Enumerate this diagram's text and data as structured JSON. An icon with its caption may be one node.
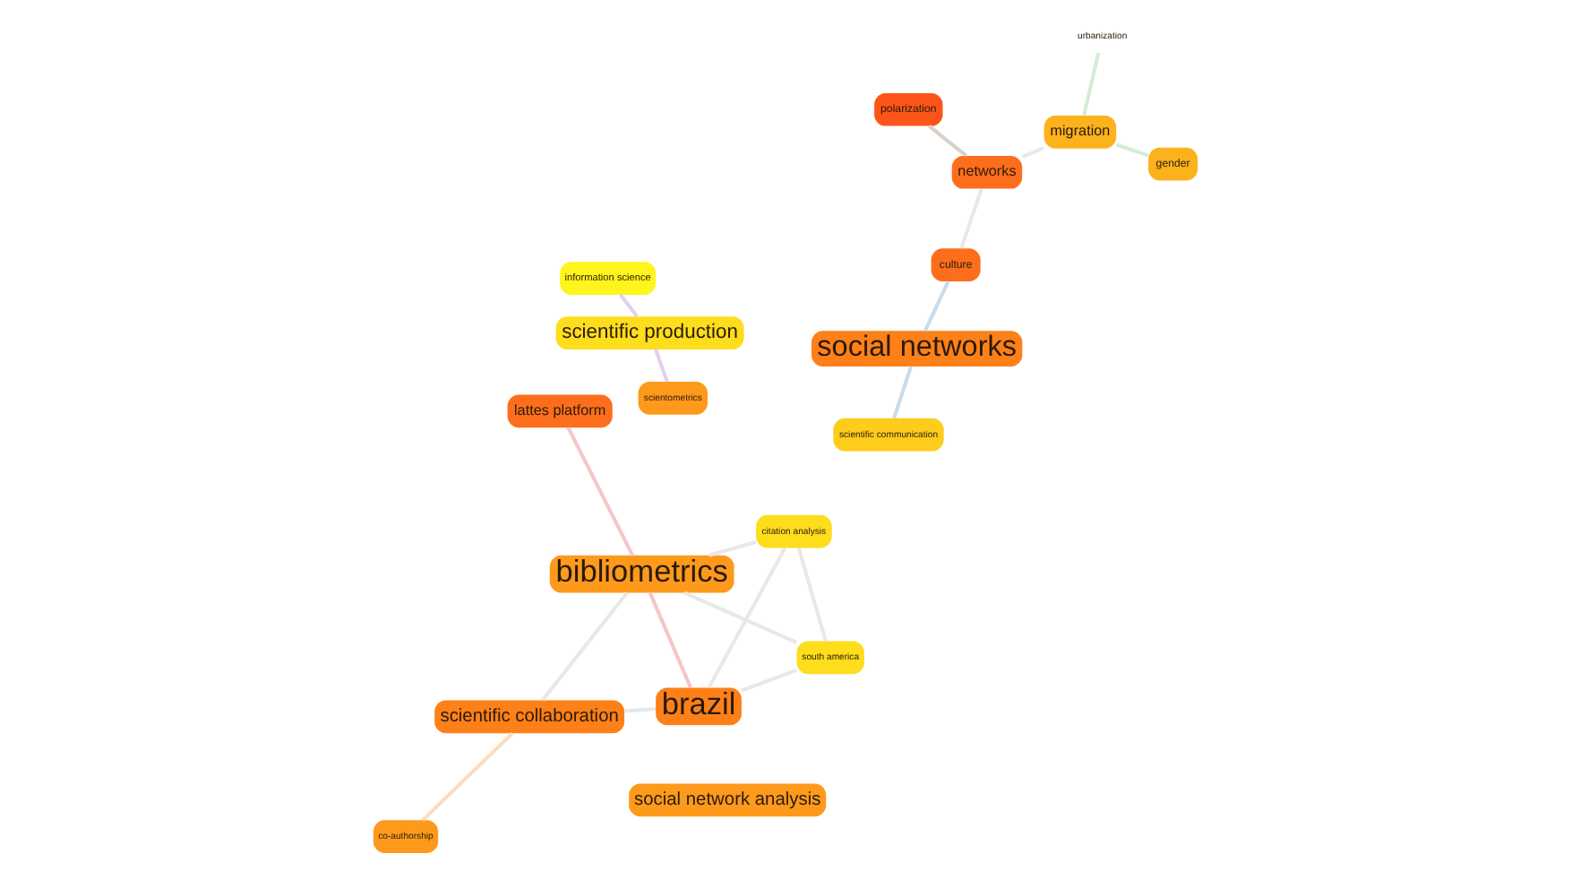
{
  "diagram": {
    "nodes": [
      {
        "text": [
          "urbanization"
        ]
      },
      {
        "text": [
          "migration"
        ]
      },
      {
        "text": [
          "lattes platform"
        ]
      },
      {
        "text": [
          "gender"
        ]
      },
      {
        "text": [
          "polarization"
        ]
      },
      {
        "text": [
          "citation analysis"
        ]
      },
      {
        "text": [
          "networks"
        ]
      },
      {
        "text": [
          "south america"
        ]
      },
      {
        "text": [
          "brazil"
        ]
      },
      {
        "text": [
          "bibliometrics"
        ]
      },
      {
        "text": [
          "culture"
        ]
      },
      {
        "text": [
          "information science"
        ]
      },
      {
        "text": [
          "social networks"
        ]
      },
      {
        "text": [
          "scientific production"
        ]
      },
      {
        "text": [
          "scientific collaboration"
        ]
      },
      {
        "text": [
          "scientometrics"
        ]
      },
      {
        "text": [
          "scientific communication"
        ]
      },
      {
        "text": [
          "social network analysis"
        ]
      },
      {
        "text": [
          "co-authorship"
        ]
      }
    ],
    "edges": [
      {
        "from": 0,
        "to": 1,
        "arrow": "none",
        "color": "#d4ecd6"
      },
      {
        "from": 1,
        "to": 3,
        "arrow": "none",
        "color": "#d4ecd6"
      },
      {
        "from": 1,
        "to": 6,
        "arrow": "none"
      },
      {
        "from": 4,
        "to": 6,
        "arrow": "none",
        "color": "#dccfc8"
      },
      {
        "from": 6,
        "to": 10,
        "arrow": "none"
      },
      {
        "from": 10,
        "to": 12,
        "arrow": "none",
        "color": "#c7dcec"
      },
      {
        "from": 12,
        "to": 16,
        "arrow": "none",
        "color": "#c7dcec"
      },
      {
        "from": 2,
        "to": 9,
        "arrow": "none",
        "color": "#f6c5c8"
      },
      {
        "from": 8,
        "to": 9,
        "arrow": "none",
        "color": "#f6c5c8"
      },
      {
        "from": 5,
        "to": 8,
        "arrow": "none"
      },
      {
        "from": 5,
        "to": 7,
        "arrow": "none"
      },
      {
        "from": 5,
        "to": 9,
        "arrow": "none"
      },
      {
        "from": 7,
        "to": 8,
        "arrow": "none"
      },
      {
        "from": 7,
        "to": 9,
        "arrow": "none"
      },
      {
        "from": 8,
        "to": 14,
        "arrow": "none"
      },
      {
        "from": 9,
        "to": 14,
        "arrow": "none"
      },
      {
        "from": 11,
        "to": 13,
        "arrow": "none",
        "color": "#e0d0ec"
      },
      {
        "from": 13,
        "to": 15,
        "arrow": "none",
        "color": "#e0d0ec"
      },
      {
        "from": 14,
        "to": 18,
        "arrow": "none",
        "color": "#fddcbf"
      }
    ]
  }
}
